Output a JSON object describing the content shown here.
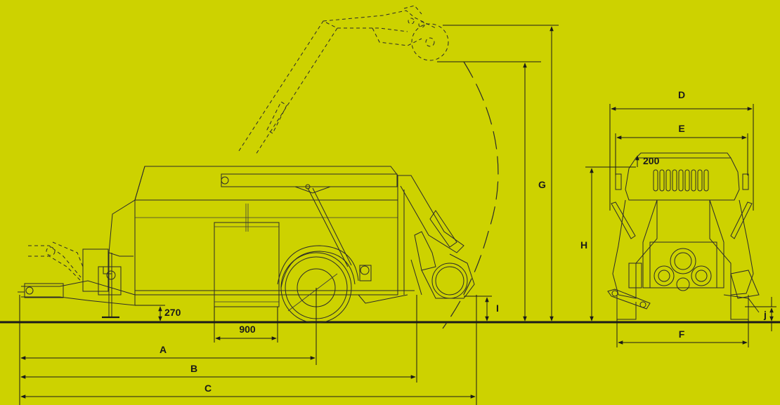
{
  "dimension_labels": {
    "A": "A",
    "B": "B",
    "C": "C",
    "D": "D",
    "E": "E",
    "F": "F",
    "G": "G",
    "H": "H",
    "I": "I",
    "j": "j",
    "v270": "270",
    "v900": "900",
    "v200": "200"
  },
  "colors": {
    "background": "#cdd200",
    "line": "#1a1a1a"
  }
}
